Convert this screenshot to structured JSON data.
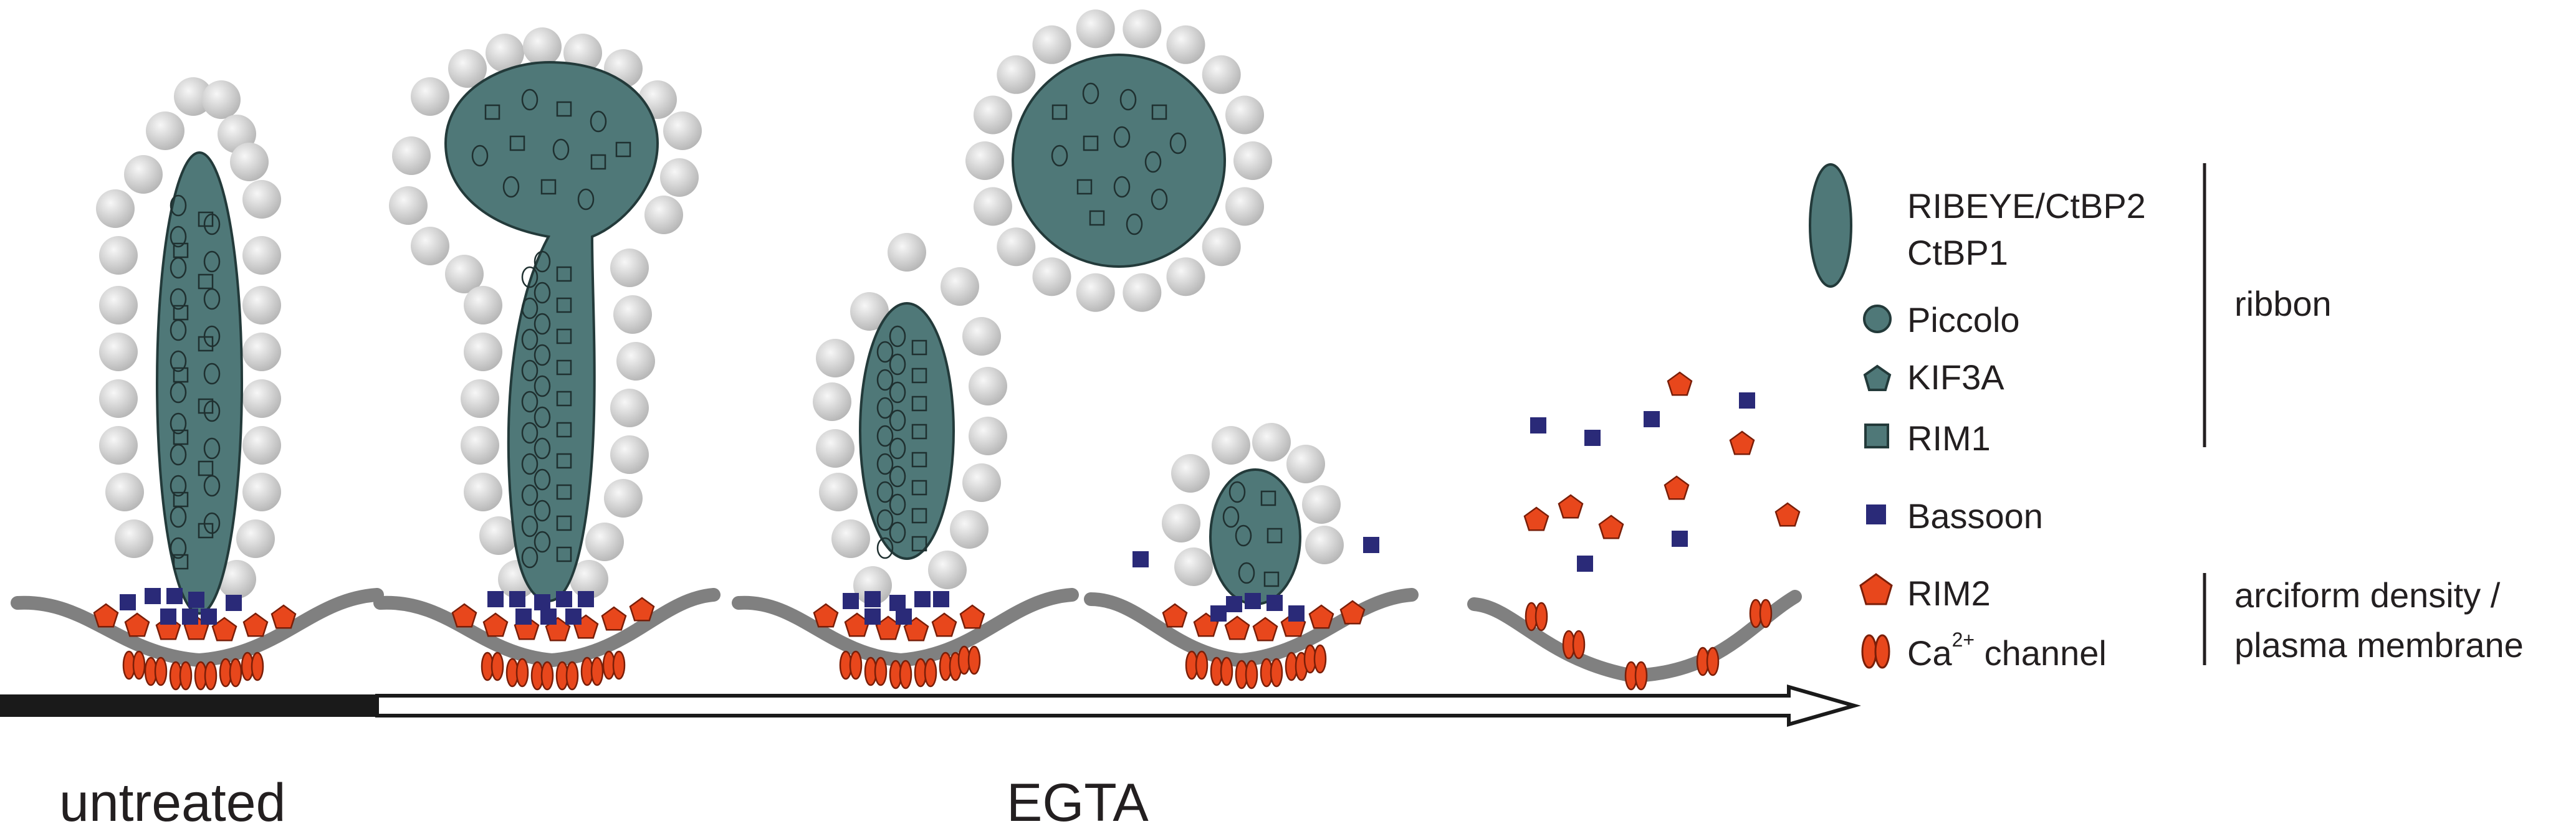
{
  "colors": {
    "ribbon": "#4f7878",
    "ribbon_stroke": "#233a3a",
    "vesicle_light": "#f3f3f3",
    "vesicle_dark": "#b4b4b4",
    "bassoon": "#2a2a78",
    "rim2": "#e8471c",
    "rim2_stroke": "#7a1e08",
    "membrane": "#808080",
    "arrow_bar": "#1a1a1a"
  },
  "timeline": {
    "untreated_label": "untreated",
    "egta_label": "EGTA"
  },
  "legend": {
    "items": [
      {
        "id": "ribeye",
        "label_lines": [
          "RIBEYE/CtBP2",
          "CtBP1"
        ],
        "icon": "ellipse-ribbon-icon"
      },
      {
        "id": "piccolo",
        "label": "Piccolo",
        "icon": "circle-icon"
      },
      {
        "id": "kif3a",
        "label": "KIF3A",
        "icon": "pentagon-icon"
      },
      {
        "id": "rim1",
        "label": "RIM1",
        "icon": "square-icon"
      },
      {
        "id": "bassoon",
        "label": "Bassoon",
        "icon": "filled-square-icon"
      },
      {
        "id": "rim2",
        "label": "RIM2",
        "icon": "pentagon-icon"
      },
      {
        "id": "ca_channel",
        "label_main": "Ca",
        "label_sup": "2+",
        "label_tail": " channel",
        "icon": "channel-icon"
      }
    ],
    "groups": [
      {
        "id": "ribbon",
        "label_lines": [
          "ribbon"
        ]
      },
      {
        "id": "arciform",
        "label_lines": [
          "arciform density /",
          "plasma membrane"
        ]
      }
    ]
  }
}
